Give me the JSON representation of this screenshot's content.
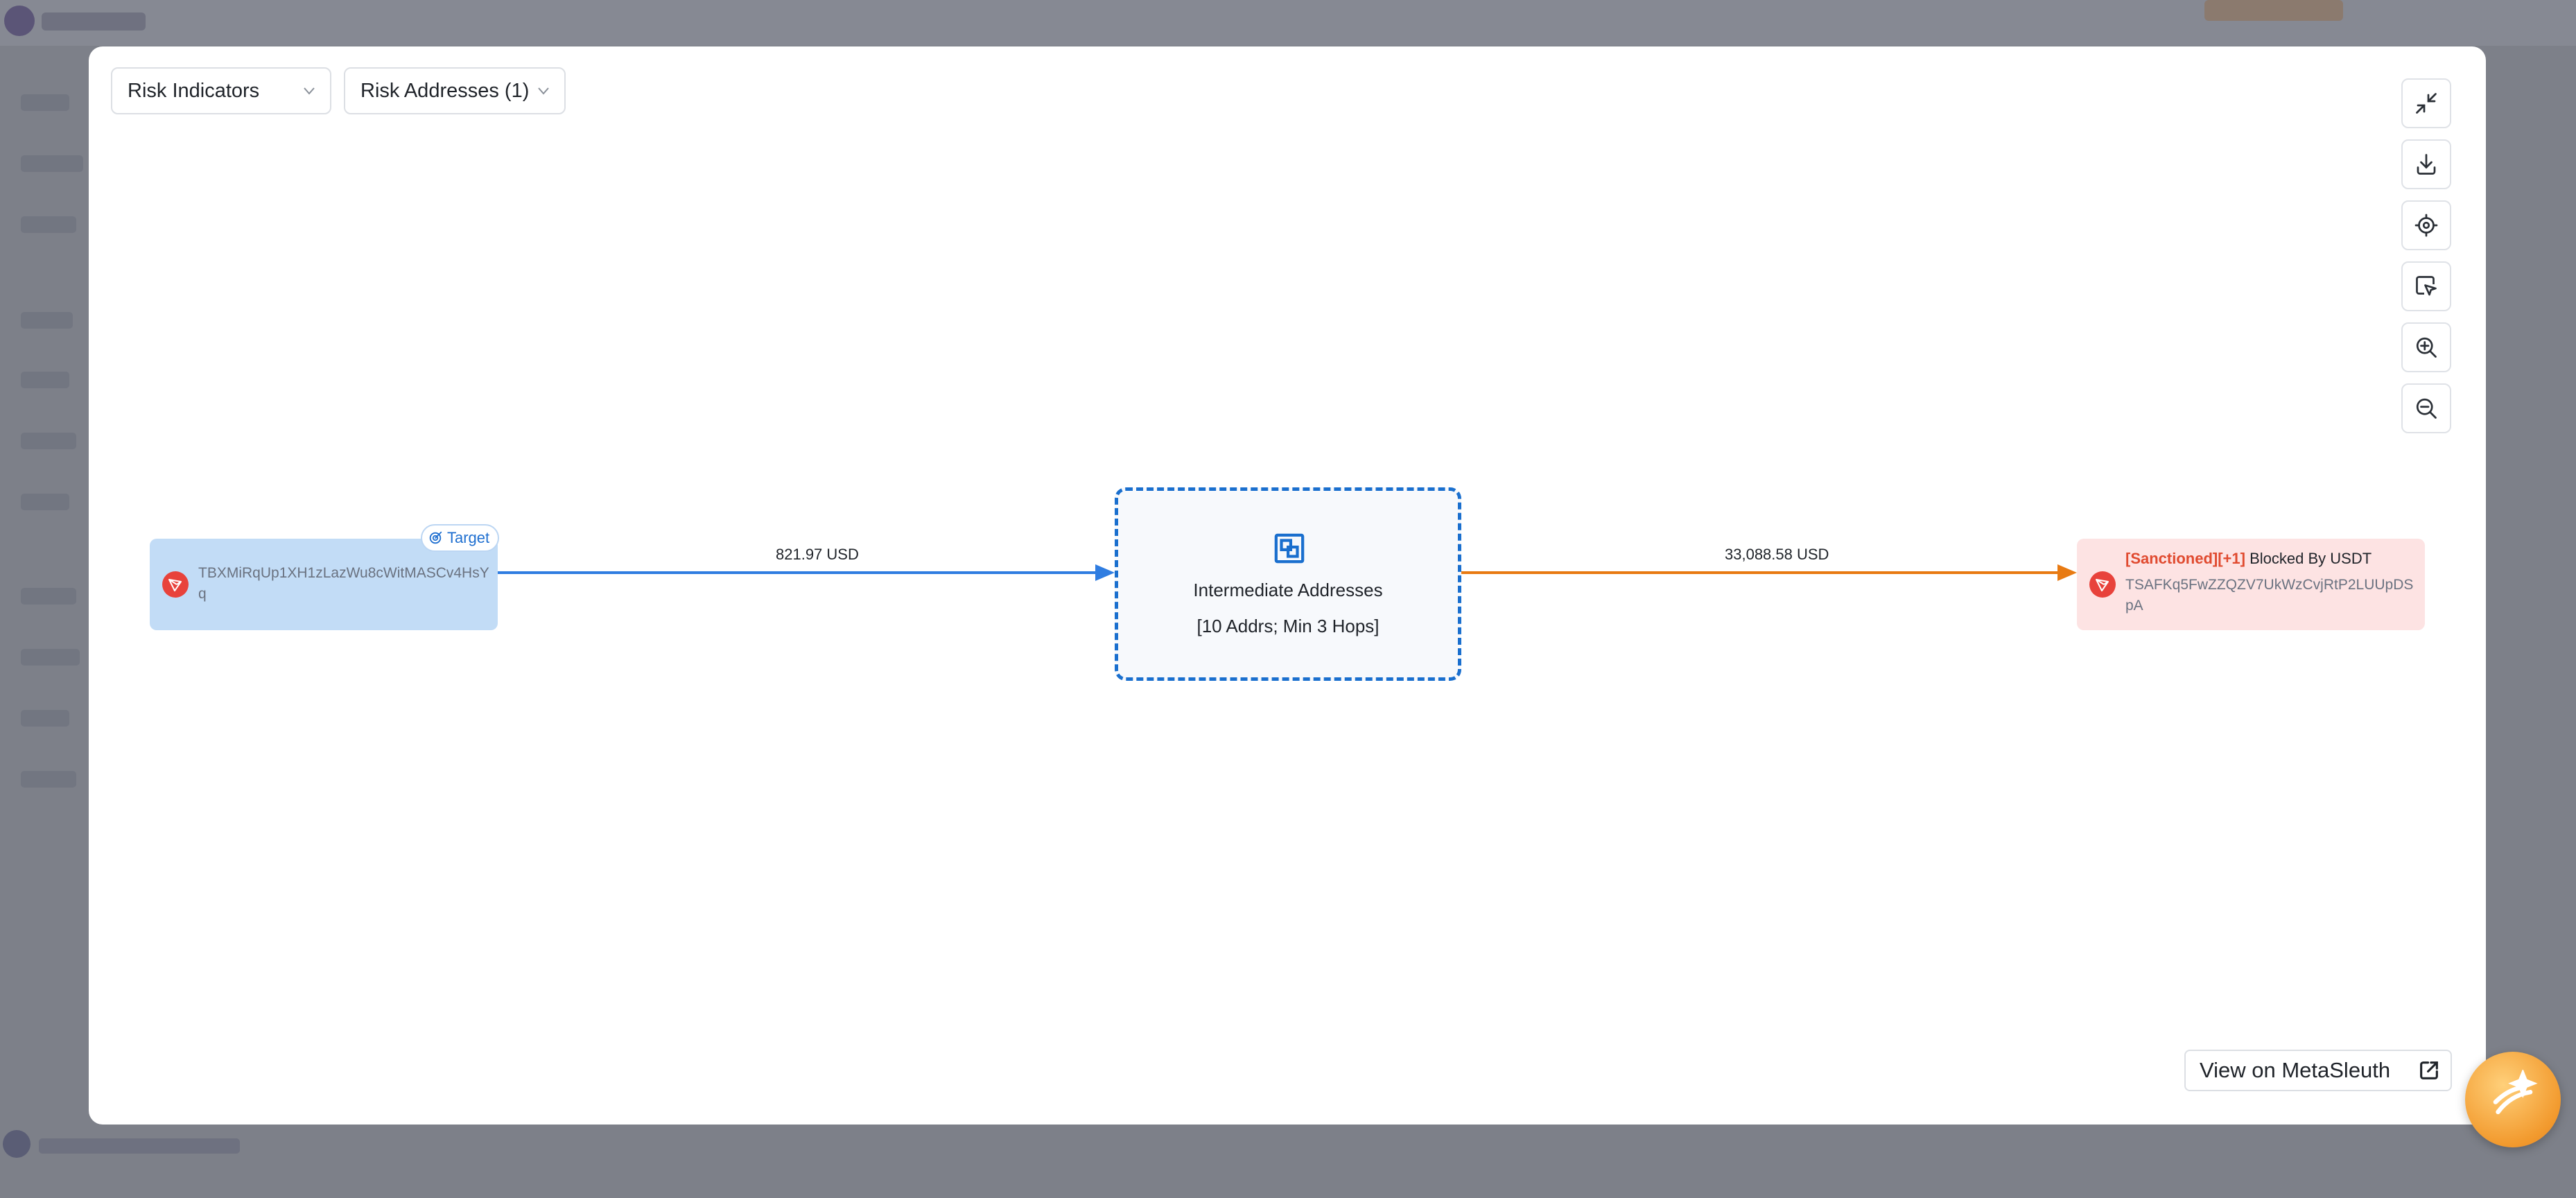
{
  "filters": {
    "risk_indicators_label": "Risk Indicators",
    "risk_addresses_label": "Risk Addresses (1)"
  },
  "toolbar": {
    "items": [
      "collapse-icon",
      "download-icon",
      "locate-icon",
      "select-icon",
      "zoom-in-icon",
      "zoom-out-icon"
    ]
  },
  "graph": {
    "source": {
      "address": "TBXMiRqUp1XH1zLazWu8cWitMASCv4HsYq",
      "tag": "Target",
      "chain_icon": "tron-icon"
    },
    "intermediate": {
      "title": "Intermediate Addresses",
      "subtitle": "[10 Addrs; Min 3 Hops]"
    },
    "destination": {
      "risk_label": "[Sanctioned][+1]",
      "blocked_label": "Blocked By USDT",
      "address": "TSAFKq5FwZZQZV7UkWzCvjRtP2LUUpDSpA",
      "chain_icon": "tron-icon"
    },
    "edges": [
      {
        "label": "821.97 USD",
        "color": "#2f7de1"
      },
      {
        "label": "33,088.58 USD",
        "color": "#e87a12"
      }
    ]
  },
  "footer": {
    "view_button_label": "View on MetaSleuth"
  },
  "colors": {
    "accent": "#1a6fce",
    "risk": "#e04a2f",
    "source_node": "#c2dcf6",
    "destination_node": "#fde3e3"
  }
}
